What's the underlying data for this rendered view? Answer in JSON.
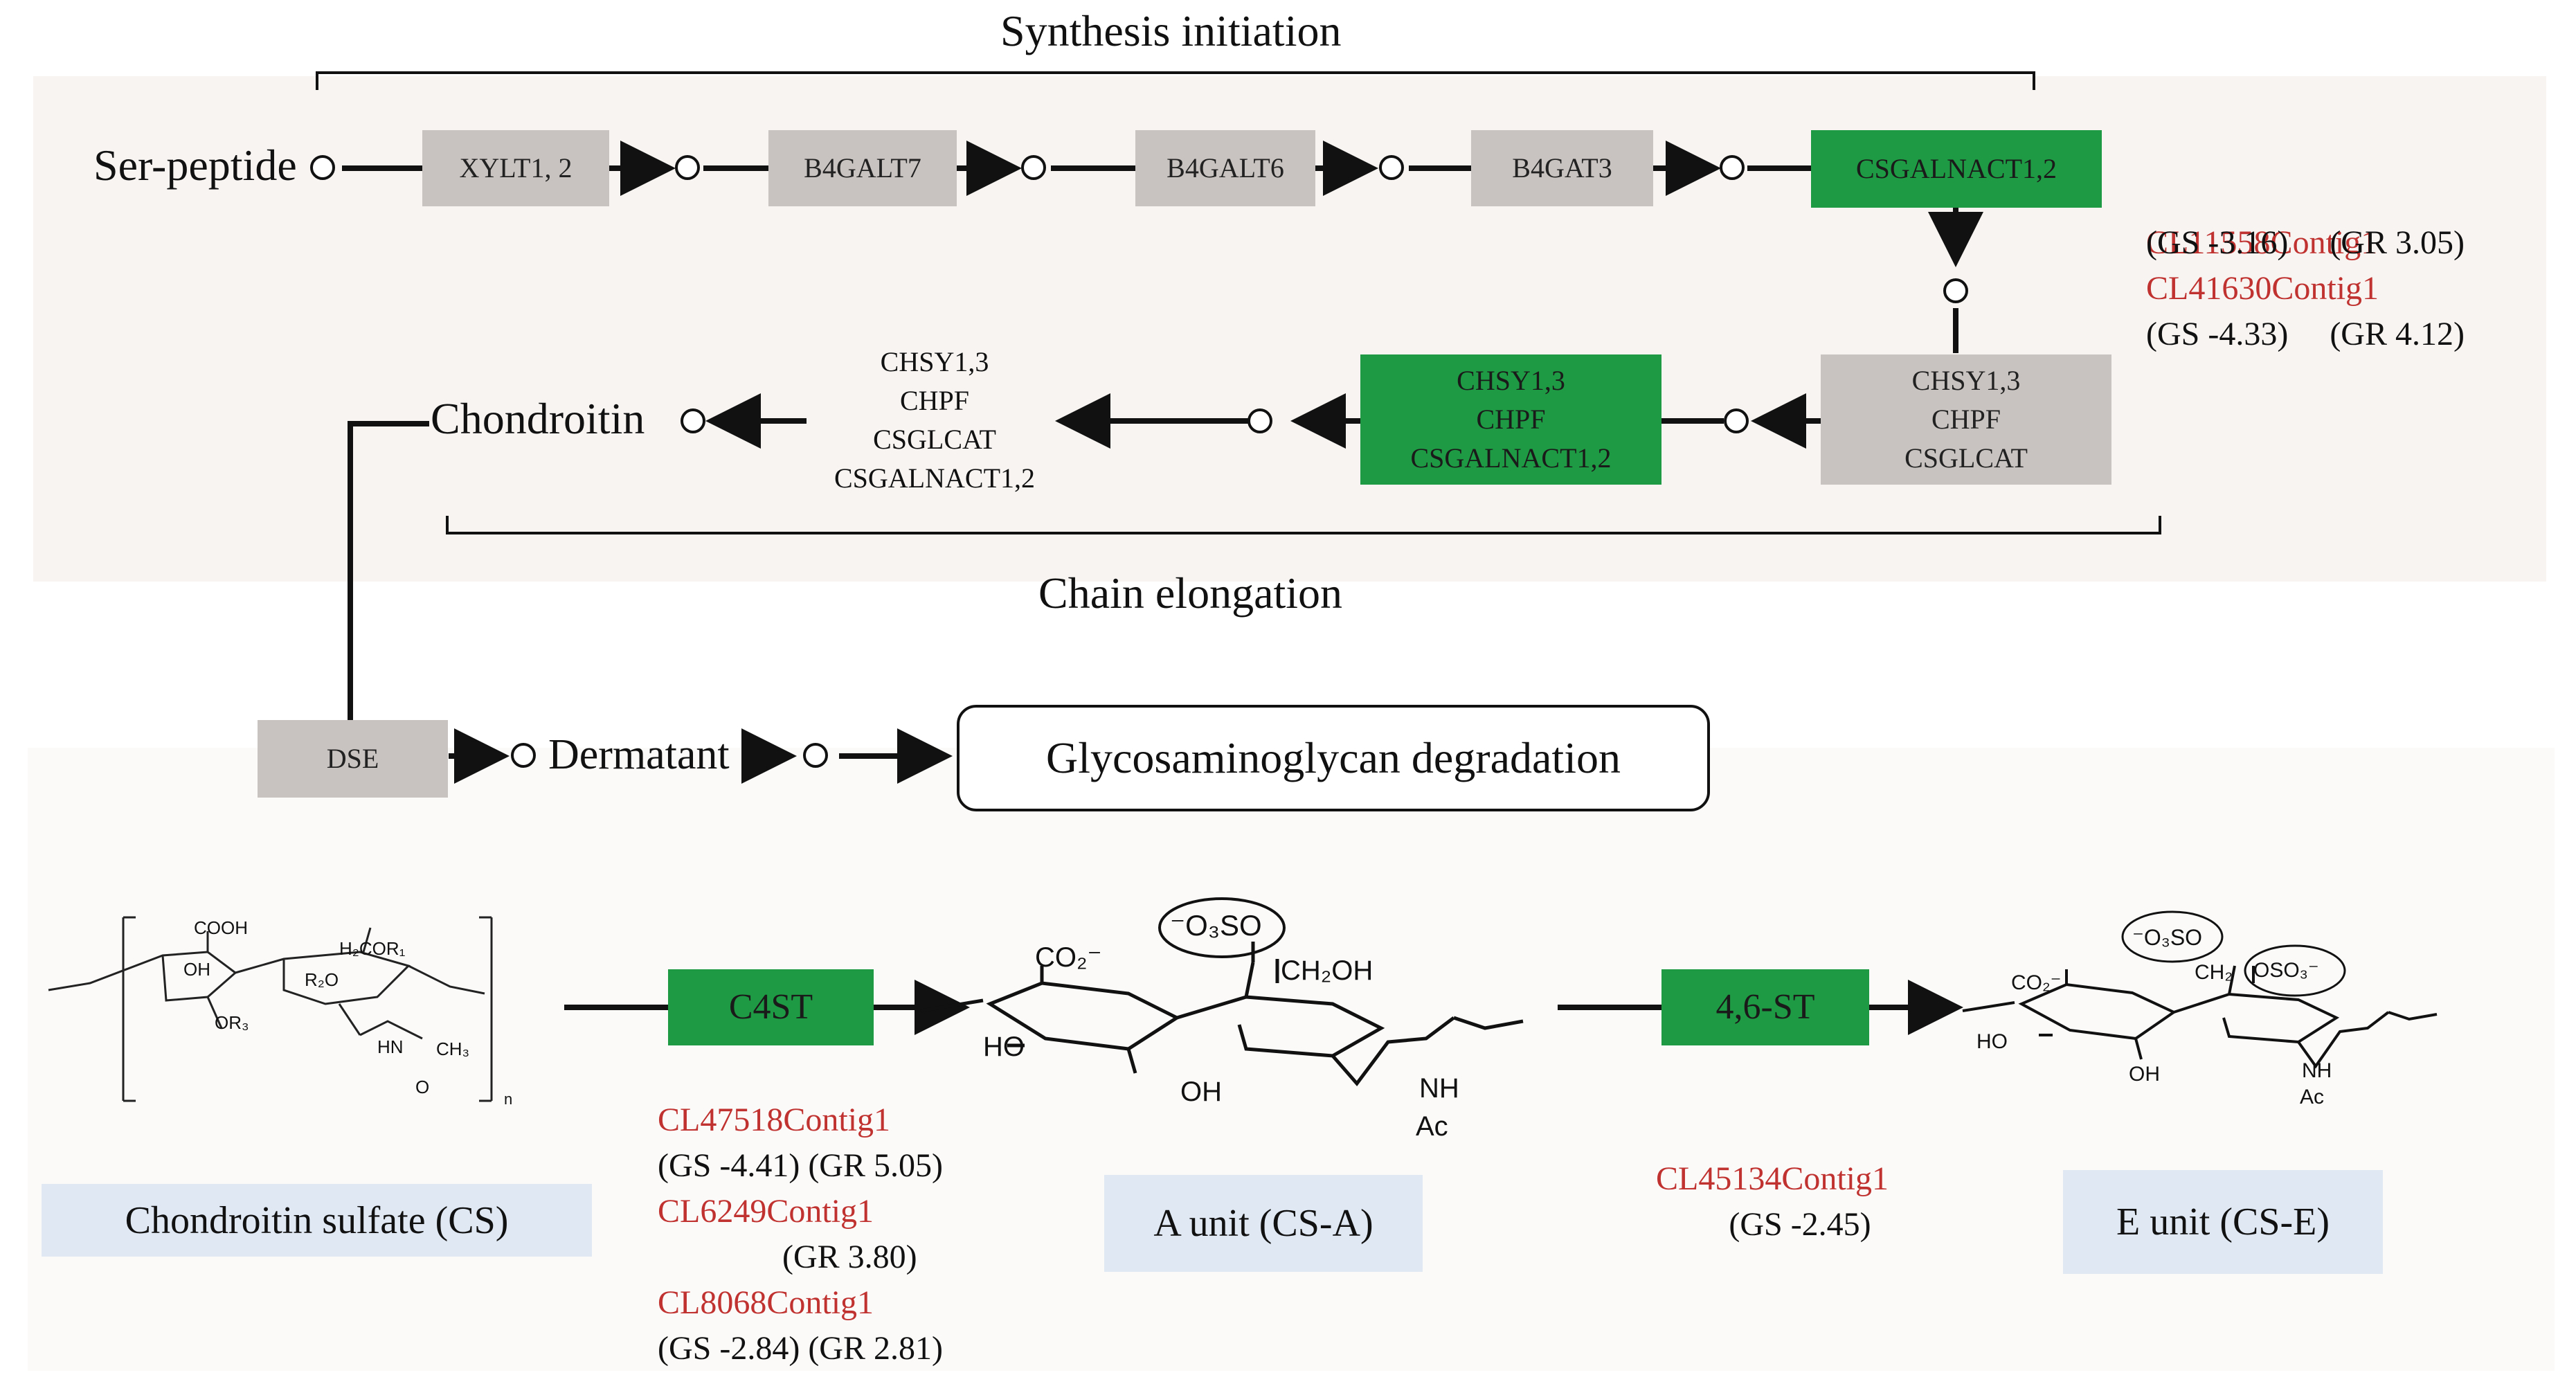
{
  "titles": {
    "synthesis_initiation": "Synthesis initiation",
    "chain_elongation": "Chain elongation"
  },
  "nodes": {
    "ser_peptide": "Ser-peptide",
    "chondroitin": "Chondroitin",
    "dermatant": "Dermatant",
    "gag_degradation": "Glycosaminoglycan degradation"
  },
  "enzymes": {
    "xylt": "XYLT1, 2",
    "b4galt7": "B4GALT7",
    "b4galt6": "B4GALT6",
    "b4gat3": "B4GAT3",
    "csgalnact": "CSGALNACT1,2",
    "elong_gray": "CHSY1,3\nCHPF\nCSGLCAT",
    "elong_green": "CHSY1,3\nCHPF\nCSGALNACT1,2",
    "elong_text": "CHSY1,3\nCHPF\nCSGLCAT\nCSGALNACT1,2",
    "dse": "DSE",
    "c4st": "C4ST",
    "st46": "4,6-ST"
  },
  "gene_annotations": {
    "top": [
      {
        "id": "CL11558Contig1",
        "stats": "(GS -3.16)     (GR 3.05)"
      },
      {
        "id": "CL41630Contig1",
        "stats": "(GS -4.33)     (GR 4.12)"
      }
    ],
    "c4st": [
      {
        "id": "CL47518Contig1",
        "stats": "(GS -4.41) (GR 5.05)"
      },
      {
        "id": "CL6249Contig1",
        "stats": "               (GR 3.80)"
      },
      {
        "id": "CL8068Contig1",
        "stats": "(GS -2.84) (GR 2.81)"
      }
    ],
    "st46": [
      {
        "id": "CL45134Contig1",
        "stats": "(GS -2.45)"
      }
    ]
  },
  "structures": {
    "cs_label": "Chondroitin sulfate (CS)",
    "a_label": "A unit (CS-A)",
    "e_label": "E unit (CS-E)",
    "cs_text": {
      "cooh": "COOH",
      "oh": "OH",
      "or3": "OR₃",
      "h2cor1": "H₂COR₁",
      "r2o": "R₂O",
      "hn": "HN",
      "ch3": "CH₃",
      "o": "O",
      "n": "n"
    },
    "a_text": {
      "sulfate": "⁻O₃SO",
      "co2": "CO₂⁻",
      "ch2oh": "CH₂OH",
      "ho": "HO",
      "oh": "OH",
      "nh": "NH",
      "ac": "Ac"
    },
    "e_text": {
      "sulfate": "⁻O₃SO",
      "co2": "CO₂⁻",
      "ch2": "CH₂",
      "oso3": "OSO₃⁻",
      "ho": "HO",
      "oh": "OH",
      "nh": "NH",
      "ac": "Ac"
    }
  },
  "colors": {
    "green": "#1f9a44",
    "gray": "#c8c3c0",
    "red": "#c0322f",
    "label_bg": "#dfe8f3"
  }
}
